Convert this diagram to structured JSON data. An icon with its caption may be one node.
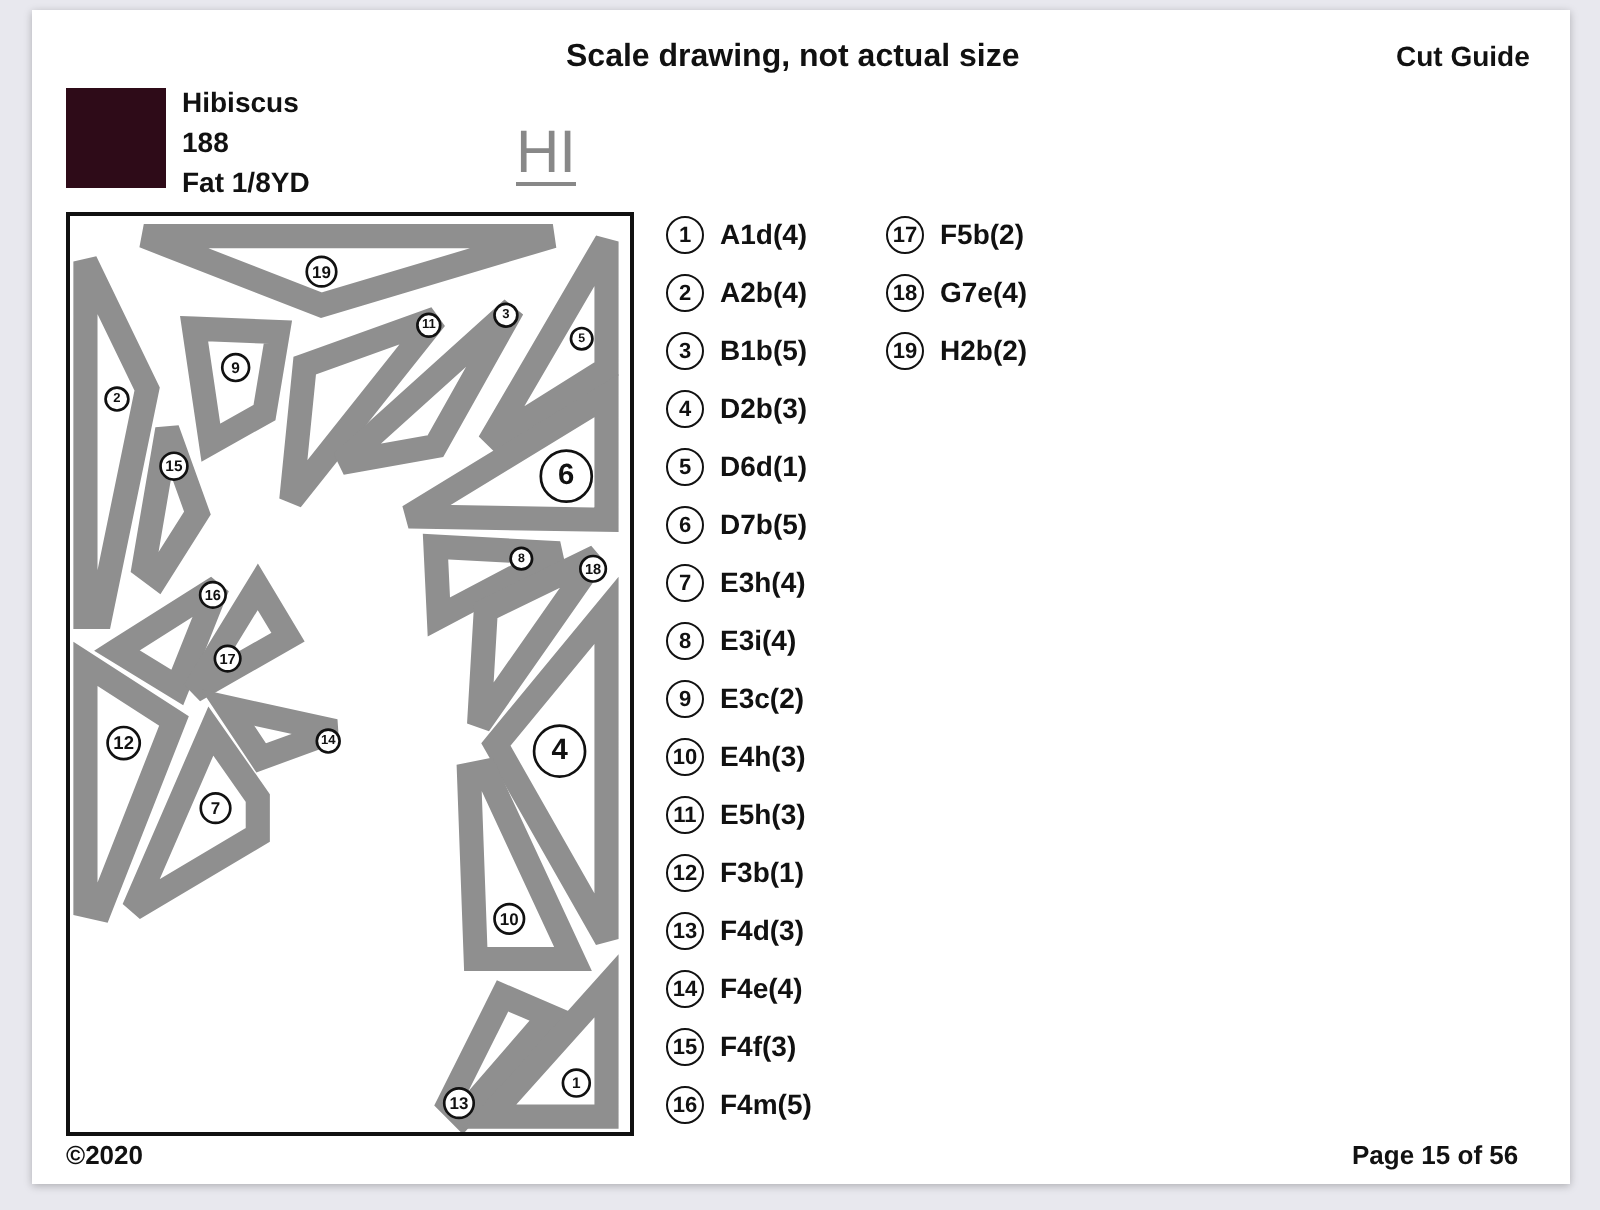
{
  "diagram": {
    "nodes": [
      {
        "text": [],
        "shape": "box"
      },
      {
        "text": [
          "19"
        ],
        "in": 0
      },
      {
        "text": [
          "11"
        ],
        "in": 0
      },
      {
        "text": [
          "3"
        ],
        "in": 0
      },
      {
        "text": [
          "5"
        ],
        "in": 0
      },
      {
        "text": [
          "9"
        ],
        "in": 0
      },
      {
        "text": [
          "2"
        ],
        "in": 0
      },
      {
        "text": [
          "6"
        ],
        "in": 0
      },
      {
        "text": [
          "15"
        ],
        "in": 0
      },
      {
        "text": [
          "8"
        ],
        "in": 0
      },
      {
        "text": [
          "18"
        ],
        "in": 0
      },
      {
        "text": [
          "16"
        ],
        "in": 0
      },
      {
        "text": [
          "17"
        ],
        "in": 0
      },
      {
        "text": [
          "12"
        ],
        "in": 0
      },
      {
        "text": [
          "14"
        ],
        "in": 0
      },
      {
        "text": [
          "4"
        ],
        "in": 0
      },
      {
        "text": [
          "7"
        ],
        "in": 0
      },
      {
        "text": [
          "10"
        ],
        "in": 0
      },
      {
        "text": [
          "13"
        ],
        "in": 0
      },
      {
        "text": [
          "1"
        ],
        "in": 0
      }
    ],
    "edges": [],
    "labels": [
      "Scale drawing, not actual size",
      "Cut Guide",
      "188",
      "Fat 1/8YD",
      "HI",
      "1",
      "A1d(4)",
      "2",
      "A2b(4)",
      "3",
      "B1b(5)",
      "4",
      "D2b(3)",
      "5",
      "D6d(1)",
      "6",
      "D7b(5)",
      "7",
      "E3h(4)",
      "8",
      "E3i(4)",
      "9",
      "E3c(2)",
      "10",
      "E4h(3)",
      "11",
      "E5h(3)",
      "12",
      "F3b(1)",
      "13",
      "F4d(3)",
      "14",
      "F4e(4)",
      "15",
      "F4f(3)",
      "16",
      "F4m(5)",
      "17",
      "F5b(2)",
      "18",
      "G7e(4)",
      "19",
      "H2b(2)",
      "©2020",
      "Page 15 of 56"
    ],
    "legend": [
      {
        "text": "Hibiscus",
        "color": "#2e0b18"
      }
    ]
  }
}
